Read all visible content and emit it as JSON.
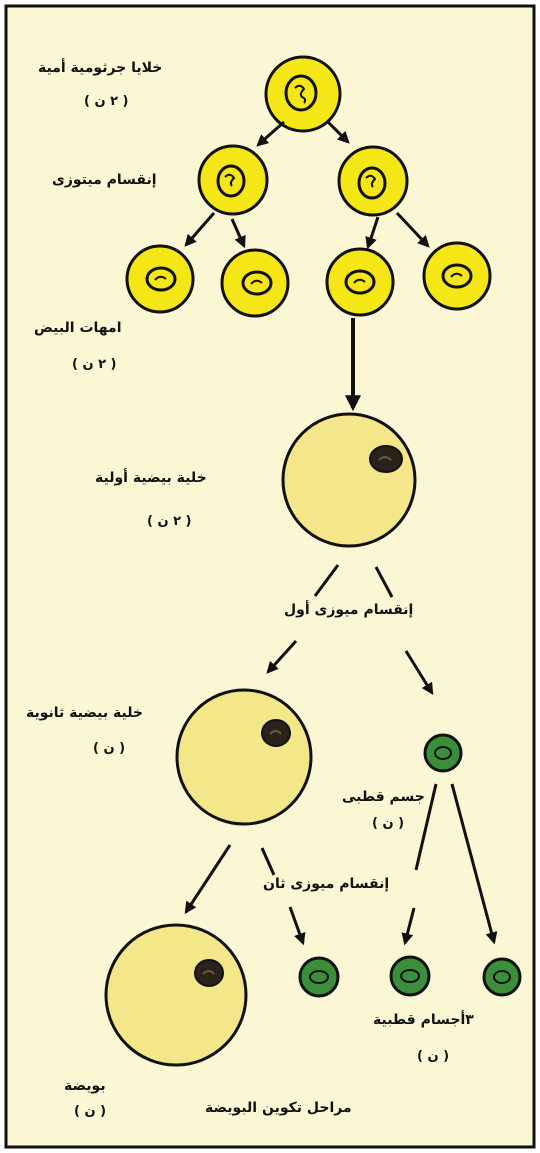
{
  "colors": {
    "background": "#fbf6d3",
    "border": "#111111",
    "germ_cell_fill": "#f5e616",
    "oocyte_fill": "#f3e78a",
    "polar_body_fill": "#3c8f3a",
    "nucleus_dark": "#2a221b",
    "arrow": "#111111"
  },
  "labels": {
    "germ_cells": "خلايا جرثومية أمية",
    "germ_cells_ploidy": "( ٢ ن )",
    "mitosis": "إنقسام ميتوزى",
    "oogonia": "امهات البيض",
    "oogonia_ploidy": "( ٢ ن )",
    "primary_oocyte": "خلية بيضية أولية",
    "primary_oocyte_ploidy": "( ٢ ن )",
    "meiosis_one": "إنقسام ميوزى أول",
    "secondary_oocyte": "خلية بيضية ثانوية",
    "secondary_oocyte_ploidy": "( ن )",
    "polar_body": "جسم قطبى",
    "polar_body_ploidy": "( ن )",
    "meiosis_two": "إنقسام ميوزى ثان",
    "ovum": "بويضة",
    "ovum_ploidy": "( ن )",
    "three_polar_bodies": "٣أجسام قطبية",
    "three_polar_bodies_ploidy": "( ن )",
    "caption": "مراحل تكوين البويضة"
  }
}
